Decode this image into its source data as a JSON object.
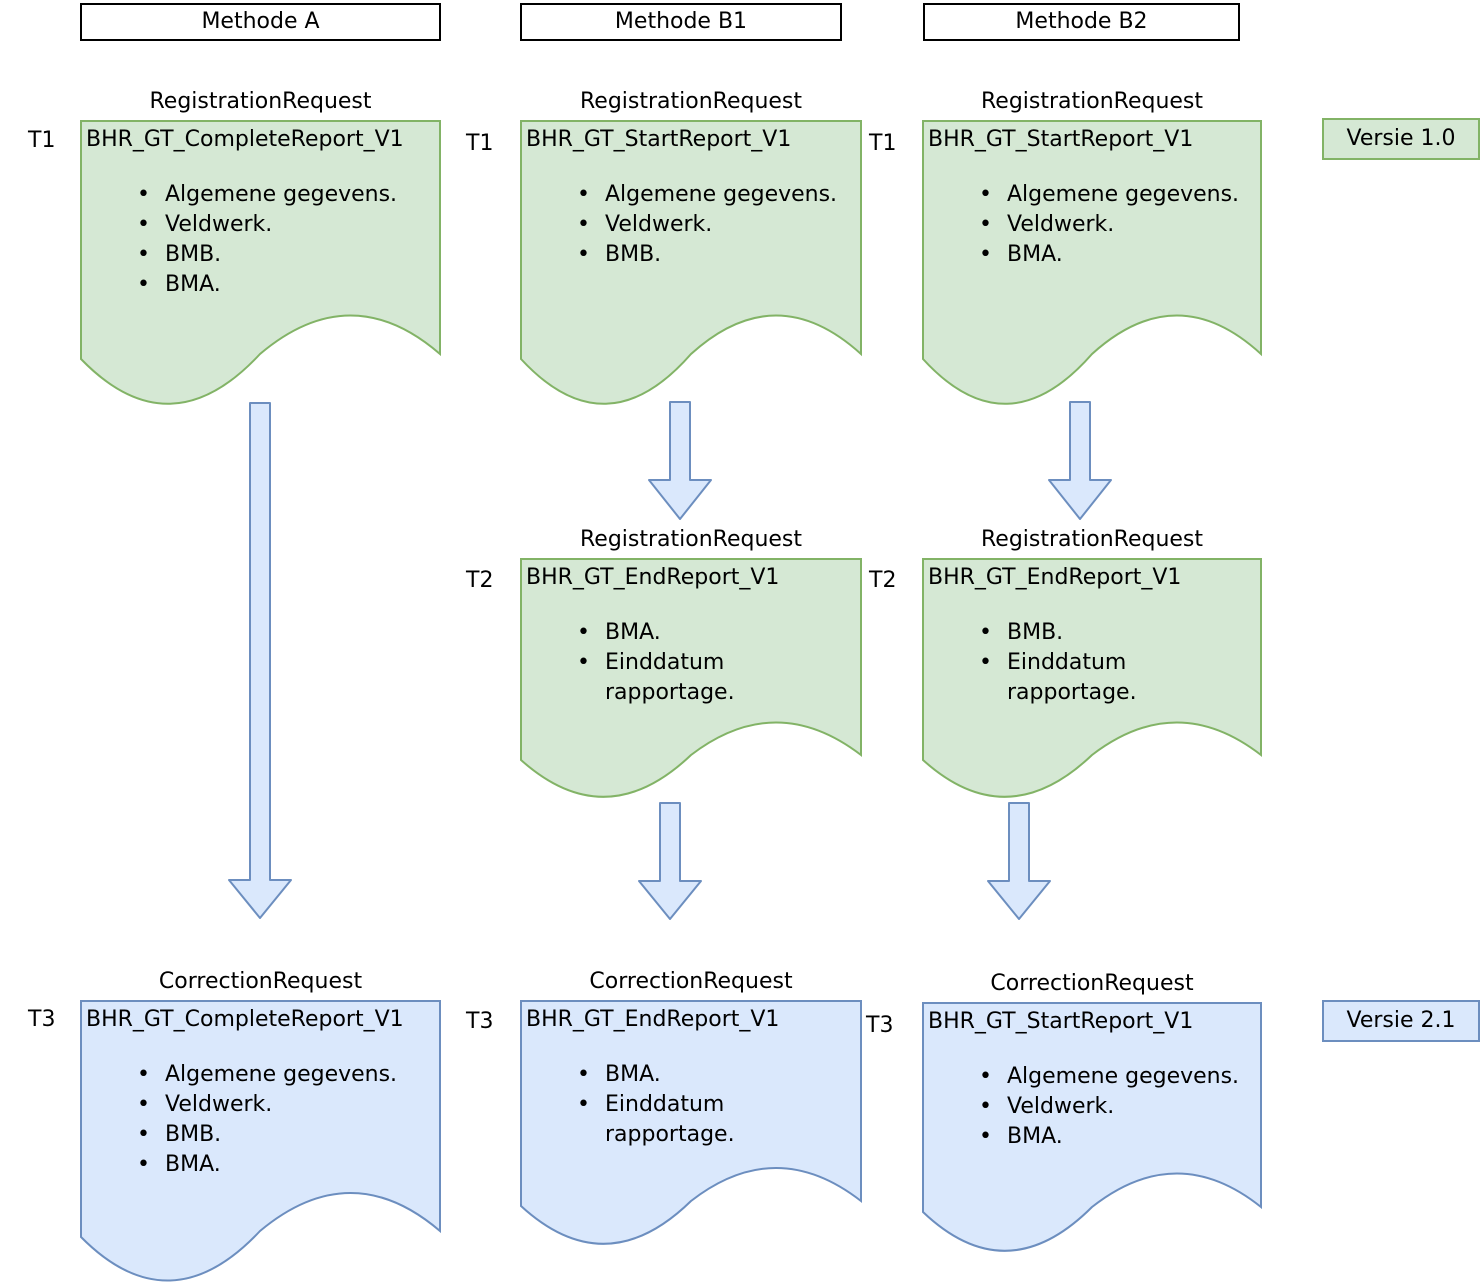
{
  "headers": [
    {
      "label": "Methode A"
    },
    {
      "label": "Methode B1"
    },
    {
      "label": "Methode B2"
    }
  ],
  "version_tags": [
    {
      "label": "Versie 1.0",
      "color": "#d5e8d4"
    },
    {
      "label": "Versie 2.1",
      "color": "#dae8fc"
    }
  ],
  "docs": [
    {
      "column": "Methode A",
      "time": "T1",
      "request_label": "RegistrationRequest",
      "report_name": "BHR_GT_CompleteReport_V1",
      "items": [
        "Algemene gegevens.",
        "Veldwerk.",
        "BMB.",
        "BMA."
      ]
    },
    {
      "column": "Methode B1",
      "time": "T1",
      "request_label": "RegistrationRequest",
      "report_name": "BHR_GT_StartReport_V1",
      "items": [
        "Algemene gegevens.",
        "Veldwerk.",
        "BMB."
      ]
    },
    {
      "column": "Methode B2",
      "time": "T1",
      "request_label": "RegistrationRequest",
      "report_name": "BHR_GT_StartReport_V1",
      "items": [
        "Algemene gegevens.",
        "Veldwerk.",
        "BMA."
      ]
    },
    {
      "column": "Methode B1",
      "time": "T2",
      "request_label": "RegistrationRequest",
      "report_name": "BHR_GT_EndReport_V1",
      "items": [
        "BMA.",
        "Einddatum\nrapportage."
      ]
    },
    {
      "column": "Methode B2",
      "time": "T2",
      "request_label": "RegistrationRequest",
      "report_name": "BHR_GT_EndReport_V1",
      "items": [
        "BMB.",
        "Einddatum\nrapportage."
      ]
    },
    {
      "column": "Methode A",
      "time": "T3",
      "request_label": "CorrectionRequest",
      "report_name": "BHR_GT_CompleteReport_V1",
      "items": [
        "Algemene gegevens.",
        "Veldwerk.",
        "BMB.",
        "BMA."
      ]
    },
    {
      "column": "Methode B1",
      "time": "T3",
      "request_label": "CorrectionRequest",
      "report_name": "BHR_GT_EndReport_V1",
      "items": [
        "BMA.",
        "Einddatum\nrapportage."
      ]
    },
    {
      "column": "Methode B2",
      "time": "T3",
      "request_label": "CorrectionRequest",
      "report_name": "BHR_GT_StartReport_V1",
      "items": [
        "Algemene gegevens.",
        "Veldwerk.",
        "BMA."
      ]
    }
  ],
  "colors": {
    "doc_green_fill": "#d5e8d4",
    "doc_green_stroke": "#82b366",
    "doc_blue_fill": "#dae8fc",
    "doc_blue_stroke": "#6c8ebf",
    "arrow_fill": "#dae8fc",
    "arrow_stroke": "#6c8ebf",
    "header_border": "#000000",
    "text": "#000000"
  }
}
